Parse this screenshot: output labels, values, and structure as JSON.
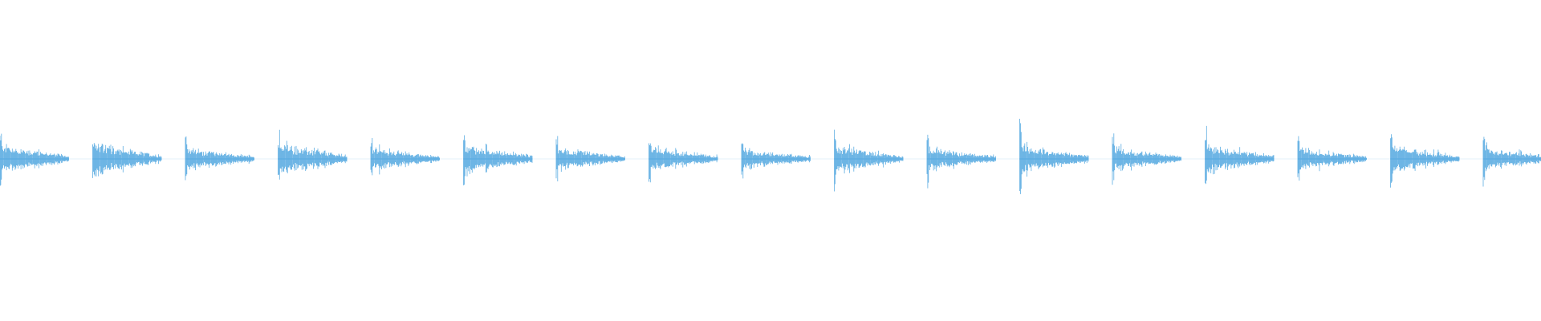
{
  "waveform": {
    "color": "#5DADE2",
    "background": "#FFFFFF",
    "burst_count": 17,
    "bursts": [
      {
        "peak": 0.58,
        "sustain": 0.28
      },
      {
        "peak": 0.64,
        "sustain": 0.3
      },
      {
        "peak": 0.56,
        "sustain": 0.22
      },
      {
        "peak": 0.62,
        "sustain": 0.3
      },
      {
        "peak": 0.58,
        "sustain": 0.22
      },
      {
        "peak": 0.7,
        "sustain": 0.28
      },
      {
        "peak": 0.5,
        "sustain": 0.22
      },
      {
        "peak": 0.46,
        "sustain": 0.24
      },
      {
        "peak": 0.54,
        "sustain": 0.2
      },
      {
        "peak": 0.58,
        "sustain": 0.26
      },
      {
        "peak": 0.56,
        "sustain": 0.22
      },
      {
        "peak": 0.72,
        "sustain": 0.28
      },
      {
        "peak": 0.6,
        "sustain": 0.22
      },
      {
        "peak": 0.6,
        "sustain": 0.28
      },
      {
        "peak": 0.54,
        "sustain": 0.22
      },
      {
        "peak": 0.56,
        "sustain": 0.26
      },
      {
        "peak": 0.54,
        "sustain": 0.22
      }
    ]
  }
}
